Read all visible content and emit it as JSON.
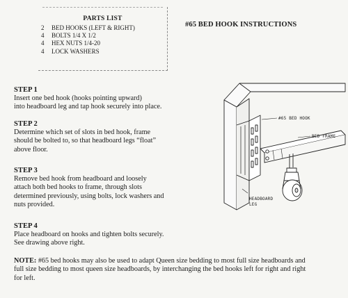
{
  "parts_list": {
    "title": "PARTS LIST",
    "items": [
      {
        "qty": "2",
        "desc": "BED HOOKS (LEFT & RIGHT)"
      },
      {
        "qty": "4",
        "desc": "BOLTS 1/4 X 1/2"
      },
      {
        "qty": "4",
        "desc": "HEX NUTS 1/4-20"
      },
      {
        "qty": "4",
        "desc": "LOCK WASHERS"
      }
    ]
  },
  "title": "#65 BED HOOK INSTRUCTIONS",
  "steps": [
    {
      "head": "STEP 1",
      "lines": [
        "Insert one bed hook (hooks pointing upward)",
        "into headboard leg and tap hook securely into place."
      ]
    },
    {
      "head": "STEP 2",
      "lines": [
        "Determine which set of slots in bed hook, frame",
        "should be bolted to, so that headboard legs “float”",
        "above floor."
      ]
    },
    {
      "head": "STEP 3",
      "lines": [
        "Remove bed hook from headboard and loosely",
        "attach both bed hooks to frame, through slots",
        "determined previously, using bolts, lock washers and",
        "nuts provided."
      ]
    },
    {
      "head": "STEP 4",
      "lines": [
        "Place headboard on hooks and tighten bolts securely.",
        "See drawing above right."
      ]
    }
  ],
  "note": {
    "label": "NOTE:",
    "lines": [
      " #65 bed hooks may also be used to adapt Queen size bedding to most full size headboards and",
      "full size bedding to most queen size headboards, by interchanging the bed hooks left for right and right",
      "for left."
    ]
  },
  "diagram": {
    "label_hook": "#65 BED HOOK",
    "label_frame": "BED FRAME",
    "label_leg_1": "HEADBOARD",
    "label_leg_2": "LEG"
  }
}
